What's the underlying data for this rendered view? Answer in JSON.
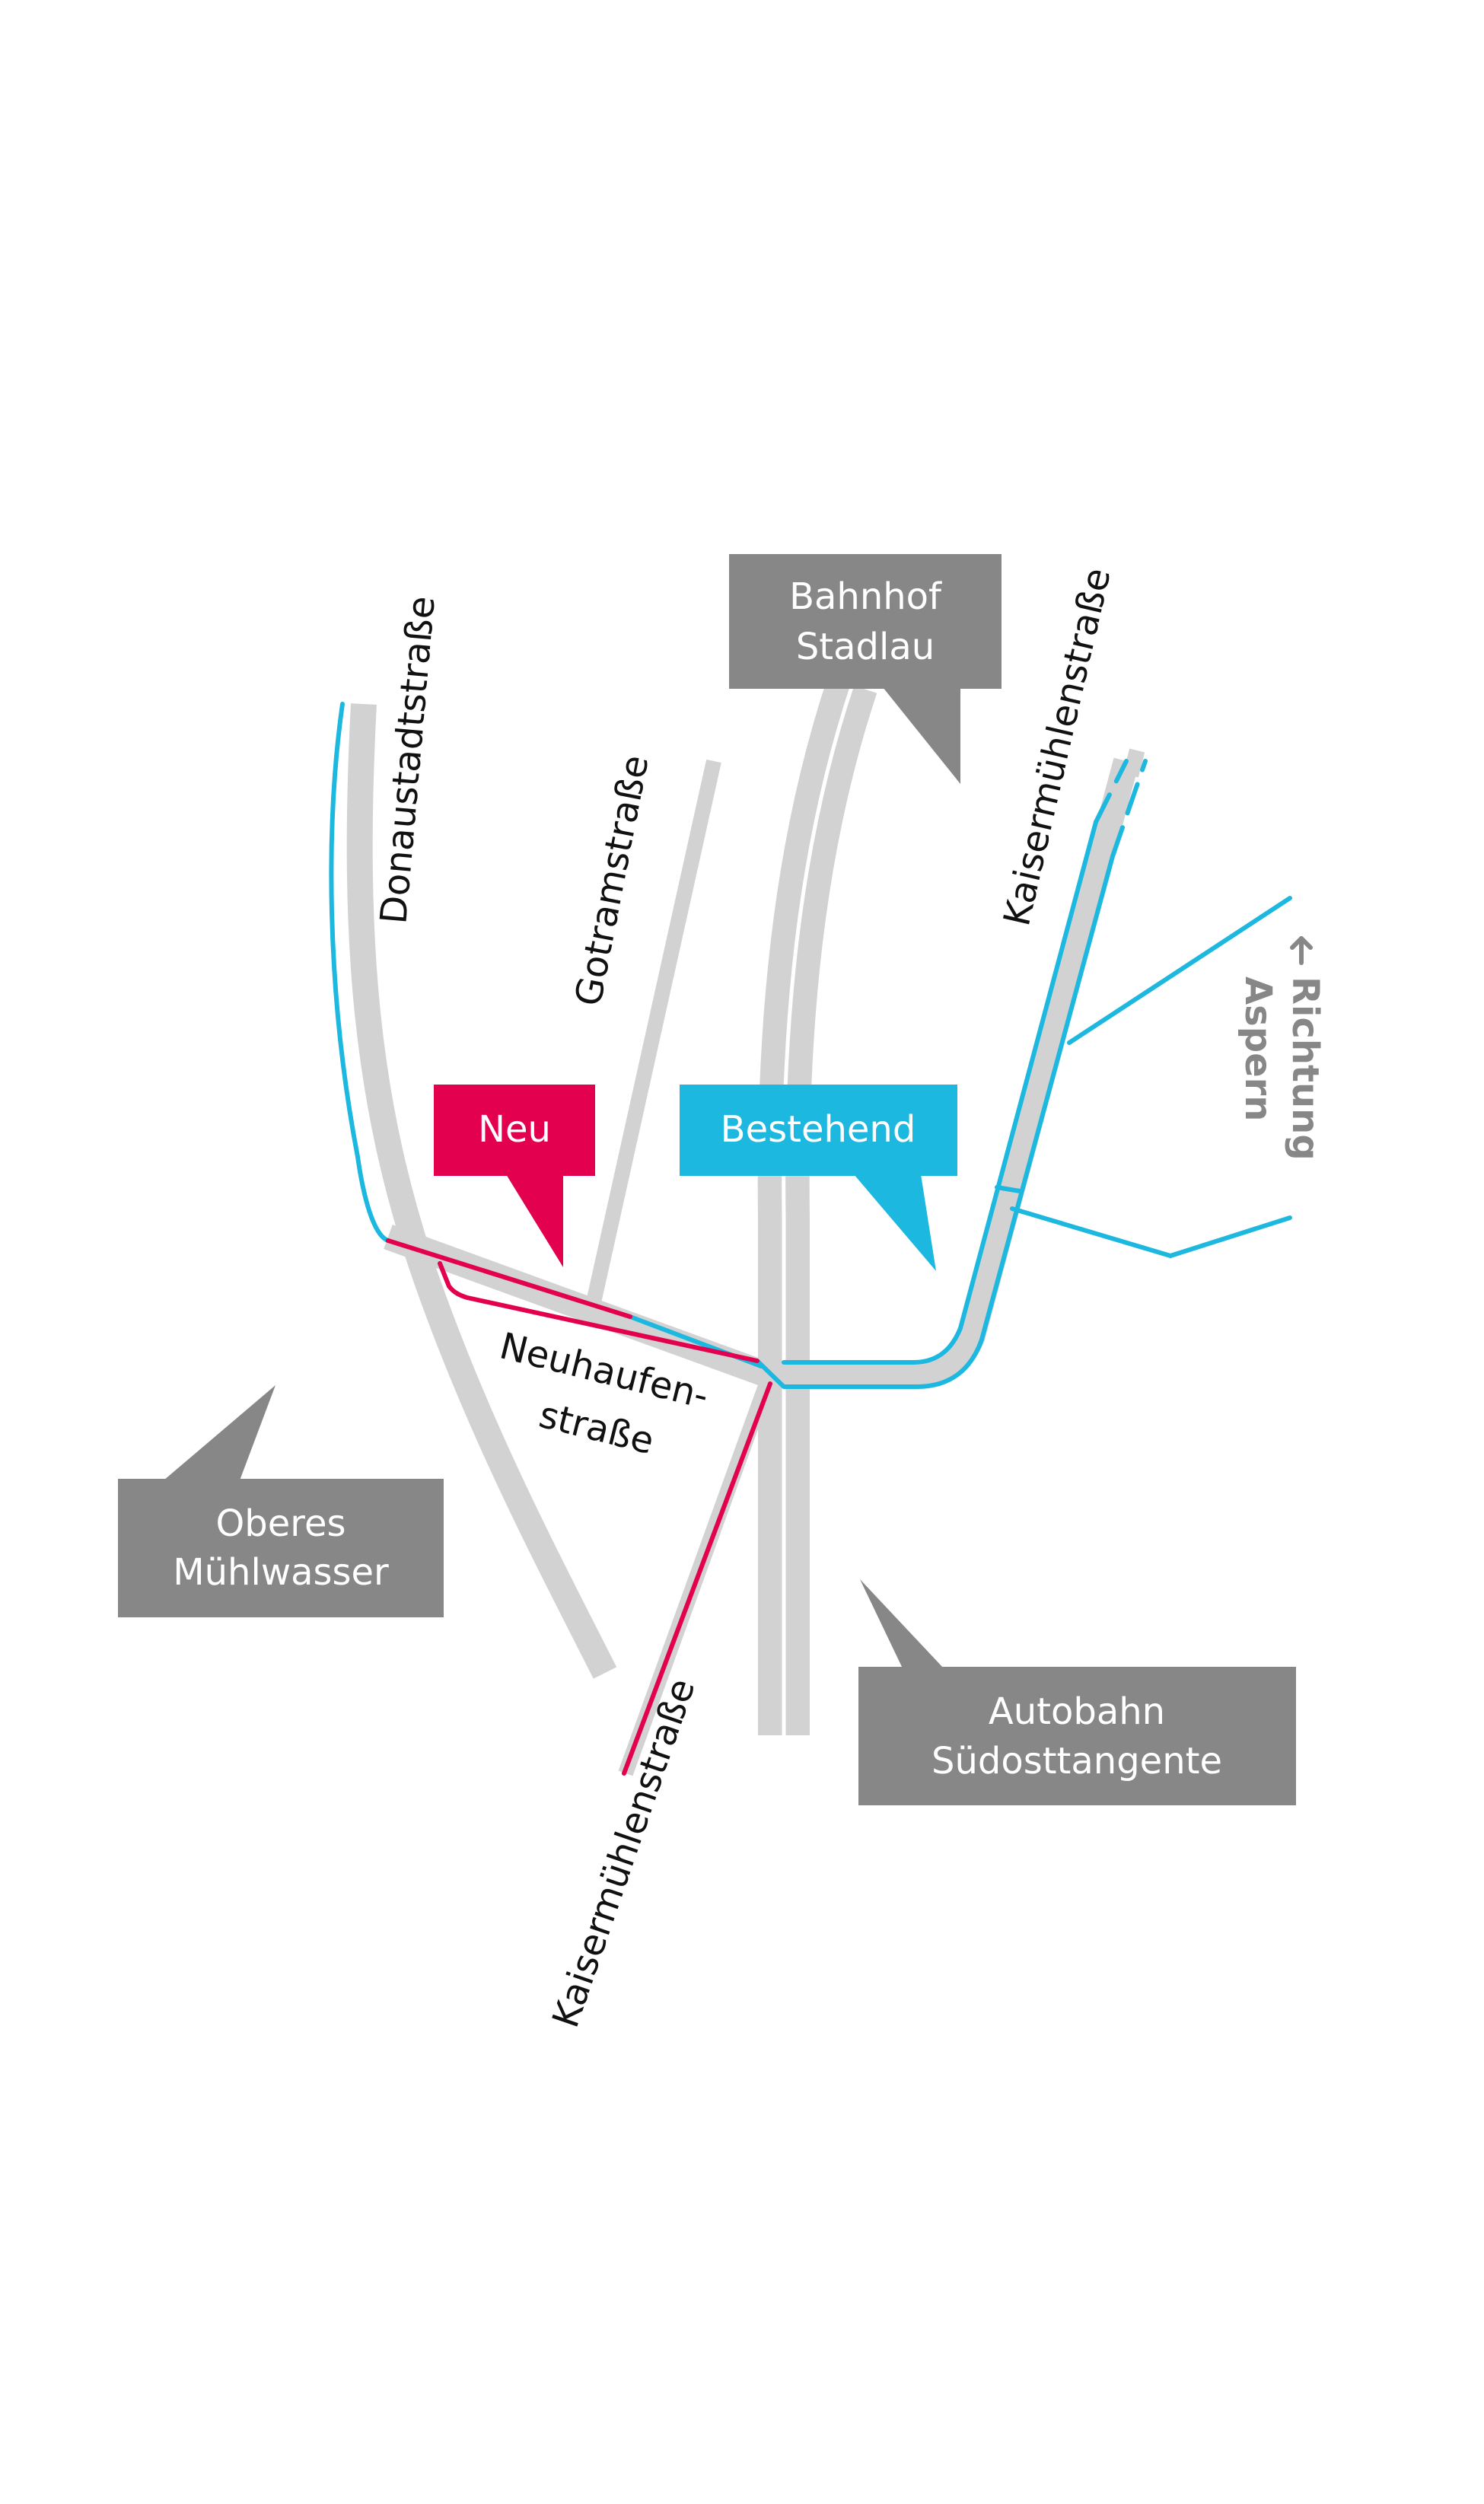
{
  "colors": {
    "road": "#d2d2d2",
    "existing": "#1cb8df",
    "new": "#e2004f",
    "callout_gray": "#878787",
    "callout_text": "#ffffff",
    "street_text": "#111111",
    "direction_text": "#878787",
    "background": "#ffffff"
  },
  "legend": {
    "new_label": "Neu",
    "existing_label": "Bestehend"
  },
  "landmarks": {
    "bahnhof": [
      "Bahnhof",
      "Stadlau"
    ],
    "muehlwasser": [
      "Oberes",
      "Mühlwasser"
    ],
    "autobahn": [
      "Autobahn",
      "Südosttangente"
    ]
  },
  "streets": {
    "donaustadt": "Donaustadtstraße",
    "gotram": "Gotramstraße",
    "kaisermuehlen_north": "Kaisermühlenstraße",
    "kaisermuehlen_south": "Kaisermühlenstraße",
    "neuhaufen": [
      "Neuhaufen-",
      "straße"
    ]
  },
  "direction": {
    "label": [
      "Richtung",
      "Aspern"
    ],
    "arrow_icon": "arrow-up-icon"
  }
}
